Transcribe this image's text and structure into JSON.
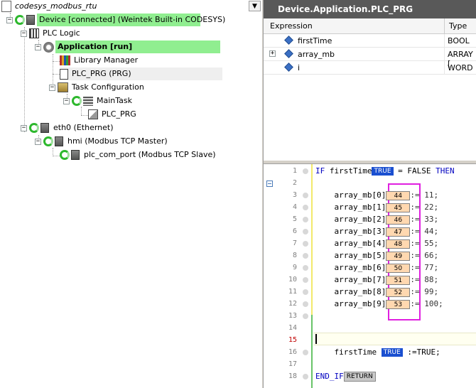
{
  "tree": {
    "project": "codesys_modbus_rtu",
    "device": "Device [connected] (Weintek Built-in CODESYS)",
    "plc_logic": "PLC Logic",
    "application": "Application [run]",
    "library_manager": "Library Manager",
    "plc_prg": "PLC_PRG (PRG)",
    "task_configuration": "Task Configuration",
    "main_task": "MainTask",
    "plc_prg_task": "PLC_PRG",
    "eth0": "eth0 (Ethernet)",
    "hmi": "hmi (Modbus TCP Master)",
    "plc_com_port": "plc_com_port (Modbus TCP Slave)"
  },
  "watch": {
    "title": "Device.Application.PLC_PRG",
    "col_expression": "Expression",
    "col_type": "Type",
    "rows": [
      {
        "name": "firstTime",
        "type": "BOOL",
        "expandable": false
      },
      {
        "name": "array_mb",
        "type": "ARRAY [",
        "expandable": true
      },
      {
        "name": "i",
        "type": "WORD",
        "expandable": false
      }
    ]
  },
  "code": {
    "line_numbers": [
      "1",
      "2",
      "3",
      "4",
      "5",
      "6",
      "7",
      "8",
      "9",
      "10",
      "11",
      "12",
      "13",
      "14",
      "15",
      "16",
      "17",
      "18"
    ],
    "monitor_true": "TRUE",
    "monitor_return": "RETURN",
    "line1_if": "IF",
    "line1_var": " firstTime",
    "line1_rest": " = FALSE ",
    "line1_then": "THEN",
    "array_lines": [
      {
        "lhs": "array_mb[0]",
        "mon": "44",
        "rhs": ":= 11;"
      },
      {
        "lhs": "array_mb[1]",
        "mon": "45",
        "rhs": ":= 22;"
      },
      {
        "lhs": "array_mb[2]",
        "mon": "46",
        "rhs": ":= 33;"
      },
      {
        "lhs": "array_mb[3]",
        "mon": "47",
        "rhs": ":= 44;"
      },
      {
        "lhs": "array_mb[4]",
        "mon": "48",
        "rhs": ":= 55;"
      },
      {
        "lhs": "array_mb[5]",
        "mon": "49",
        "rhs": ":= 66;"
      },
      {
        "lhs": "array_mb[6]",
        "mon": "50",
        "rhs": ":= 77;"
      },
      {
        "lhs": "array_mb[7]",
        "mon": "51",
        "rhs": ":= 88;"
      },
      {
        "lhs": "array_mb[8]",
        "mon": "52",
        "rhs": ":= 99;"
      },
      {
        "lhs": "array_mb[9]",
        "mon": "53",
        "rhs": ":= 100;"
      }
    ],
    "line16_var": "firstTime",
    "line16_rhs": " :=TRUE;",
    "line18_end": "END_IF"
  }
}
